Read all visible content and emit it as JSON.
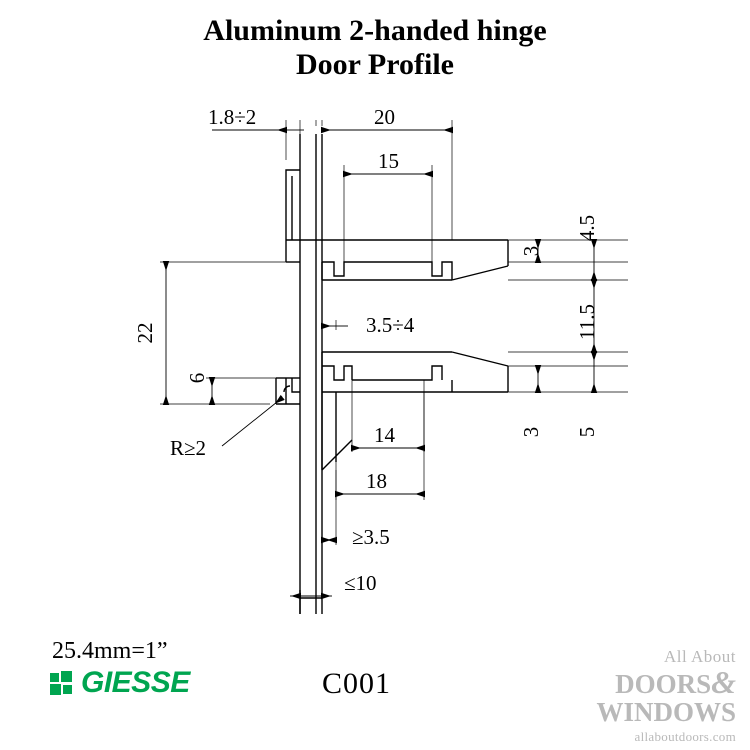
{
  "title": {
    "line1": "Aluminum 2-handed hinge",
    "line2": "Door Profile"
  },
  "drawing": {
    "part_code": "C001",
    "scale_note": "25.4mm=1”",
    "dimensions": {
      "top_left": "1.8÷2",
      "top_mid": "20",
      "inner_top": "15",
      "right_3_upper": "3",
      "right_4_5": "4.5",
      "right_11_5": "11.5",
      "right_3_lower": "3",
      "right_5": "5",
      "left_22": "22",
      "left_6": "6",
      "radius": "R≥2",
      "mid_3_5_4": "3.5÷4",
      "inner_14": "14",
      "inner_18": "18",
      "bottom_ge_3_5": "≥3.5",
      "bottom_le_10": "≤10"
    }
  },
  "branding": {
    "giesse": "GIESSE",
    "watermark": {
      "line1": "All About",
      "line2": "DOORS",
      "amp": "&",
      "line3": "WINDOWS",
      "url": "allaboutdoors.com"
    }
  }
}
